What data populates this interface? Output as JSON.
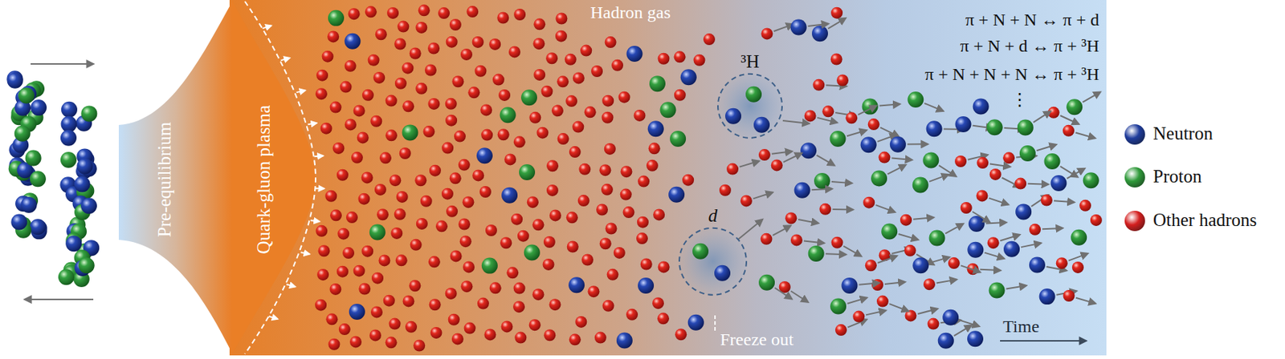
{
  "diagram": {
    "nodes": [
      {
        "text": [
          "³H"
        ]
      },
      {
        "text": [
          "d"
        ]
      }
    ],
    "labels": [
      "Pre-equilibrium",
      "Quark-gluon plasma",
      "Hadron gas",
      "π + N + N ↔ π + d",
      "π + N + d ↔ π + ³H",
      "π + N + N + N ↔ π + ³H",
      "⋮",
      "Freeze out",
      "Time"
    ],
    "legend": [
      {
        "text": "Neutron",
        "color": "#1f3c9c"
      },
      {
        "text": "Proton",
        "color": "#2f9a3a"
      },
      {
        "text": "Other hadrons",
        "color": "#d41f1f"
      }
    ]
  }
}
